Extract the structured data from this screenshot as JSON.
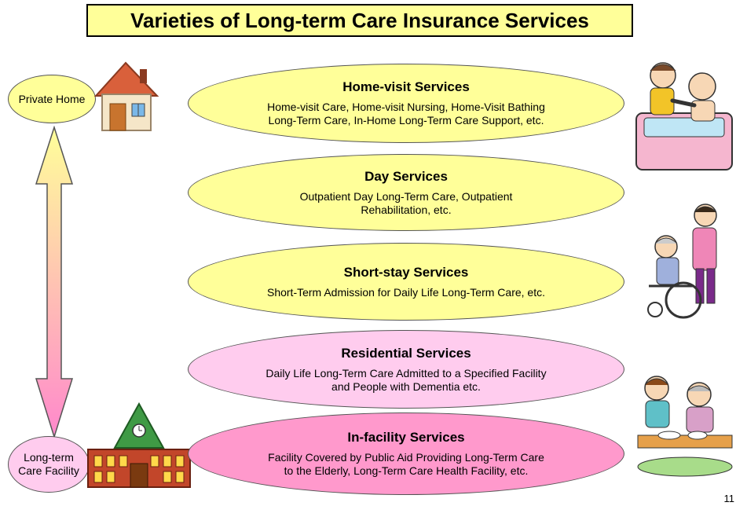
{
  "title": "Varieties of Long-term Care Insurance Services",
  "locations": {
    "home": "Private Home",
    "facility": "Long-term Care Facility"
  },
  "services": [
    {
      "heading": "Home-visit Services",
      "description": "Home-visit Care, Home-visit Nursing, Home-Visit Bathing Long-Term Care, In-Home Long-Term Care Support, etc.",
      "color": "#ffff99"
    },
    {
      "heading": "Day Services",
      "description": "Outpatient Day Long-Term Care, Outpatient Rehabilitation, etc.",
      "color": "#ffff99"
    },
    {
      "heading": "Short-stay Services",
      "description": "Short-Term Admission for Daily Life Long-Term Care, etc.",
      "color": "#ffff99"
    },
    {
      "heading": "Residential Services",
      "description": "Daily Life Long-Term Care Admitted to a Specified Facility and People with Dementia etc.",
      "color": "#ffccee"
    },
    {
      "heading": "In-facility Services",
      "description": "Facility Covered by Public Aid Providing Long-Term Care to the Elderly, Long-Term Care Health Facility, etc.",
      "color": "#ff99cc"
    }
  ],
  "colors": {
    "yellow": "#ffff99",
    "light_pink": "#ffccee",
    "pink": "#ff99cc"
  },
  "page_number": "11",
  "icons": [
    "house-icon",
    "facility-building-icon",
    "bathing-care-illustration",
    "wheelchair-care-illustration",
    "meal-care-illustration",
    "double-arrow-icon"
  ]
}
